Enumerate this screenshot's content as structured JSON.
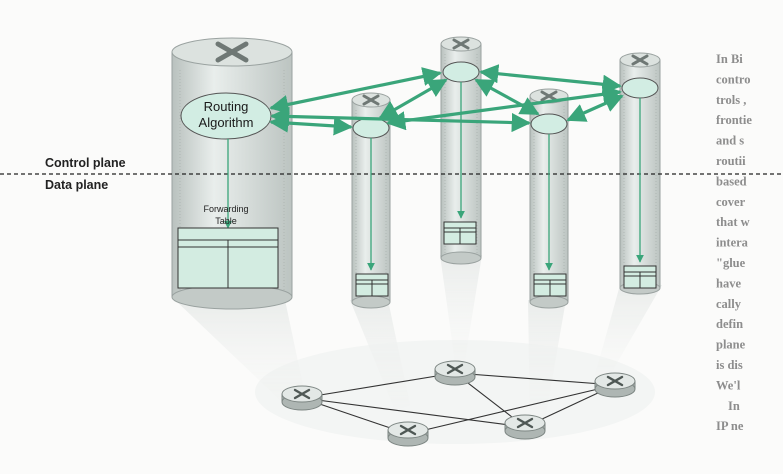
{
  "labels": {
    "control_plane": "Control plane",
    "data_plane": "Data plane",
    "routing_line1": "Routing",
    "routing_line2": "Algorithm",
    "forwarding_line1": "Forwarding",
    "forwarding_line2": "Table"
  },
  "background_text": [
    "In Bi",
    "contro",
    "trols ,",
    "frontie",
    "and s",
    "routii",
    "based",
    "cover",
    "that w",
    "intera",
    "\"glue",
    "have",
    "cally",
    "defin",
    "plane",
    "is dis",
    "We'l",
    "In",
    "IP ne"
  ],
  "colors": {
    "arrow": "#3aa57a",
    "router_body": "#cdd3d1",
    "node_fill": "#d2ede3",
    "table_fill": "#d3ece1",
    "dashed_line": "#222222"
  }
}
